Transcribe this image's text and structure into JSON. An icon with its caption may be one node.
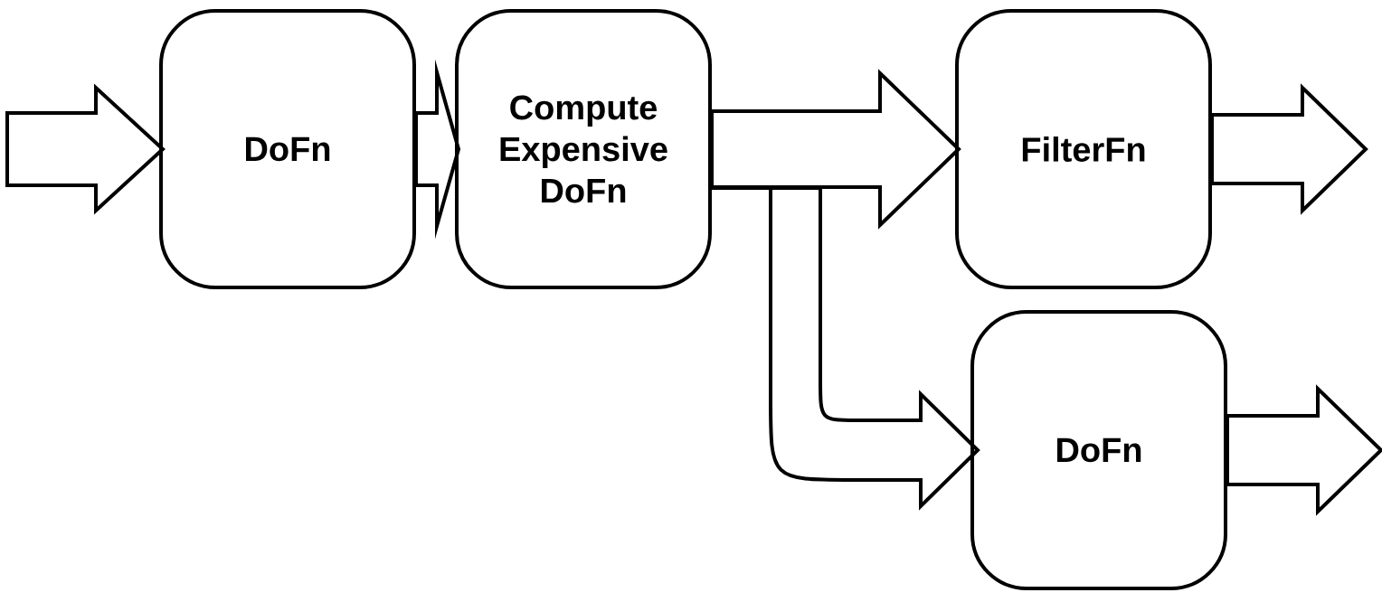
{
  "diagram": {
    "nodes": [
      {
        "text": [
          "DoFn"
        ]
      },
      {
        "text": [
          "Compute Expensive DoFn"
        ]
      },
      {
        "text": [
          "FilterFn"
        ]
      },
      {
        "text": [
          "DoFn"
        ]
      }
    ],
    "edges": [
      {
        "from": null,
        "to": 0,
        "arrow": "to"
      },
      {
        "from": 0,
        "to": 1,
        "arrow": "to"
      },
      {
        "from": 1,
        "to": 2,
        "arrow": "to"
      },
      {
        "from": 1,
        "to": 3,
        "arrow": "to"
      },
      {
        "from": 2,
        "to": null,
        "arrow": "to"
      },
      {
        "from": 3,
        "to": null,
        "arrow": "to"
      }
    ]
  }
}
